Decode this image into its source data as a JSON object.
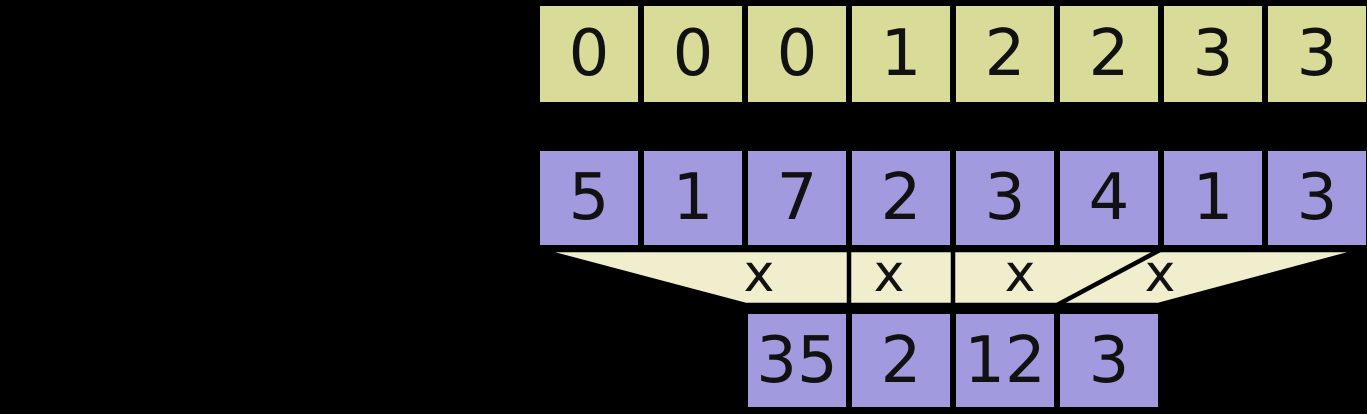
{
  "colors": {
    "background": "#000000",
    "keys_fill": "#d9dc98",
    "values_fill": "#a29ade",
    "results_fill": "#a29ade",
    "funnel_fill": "#f0eecd",
    "outline": "#000000",
    "text": "#111111"
  },
  "arrays": {
    "keys": {
      "cells": [
        "0",
        "0",
        "0",
        "1",
        "2",
        "2",
        "3",
        "3"
      ]
    },
    "values": {
      "cells": [
        "5",
        "1",
        "7",
        "2",
        "3",
        "4",
        "1",
        "3"
      ]
    },
    "results": {
      "cells": [
        "35",
        "2",
        "12",
        "3"
      ]
    }
  },
  "funnel": {
    "operators": [
      "x",
      "x",
      "x",
      "x"
    ]
  }
}
